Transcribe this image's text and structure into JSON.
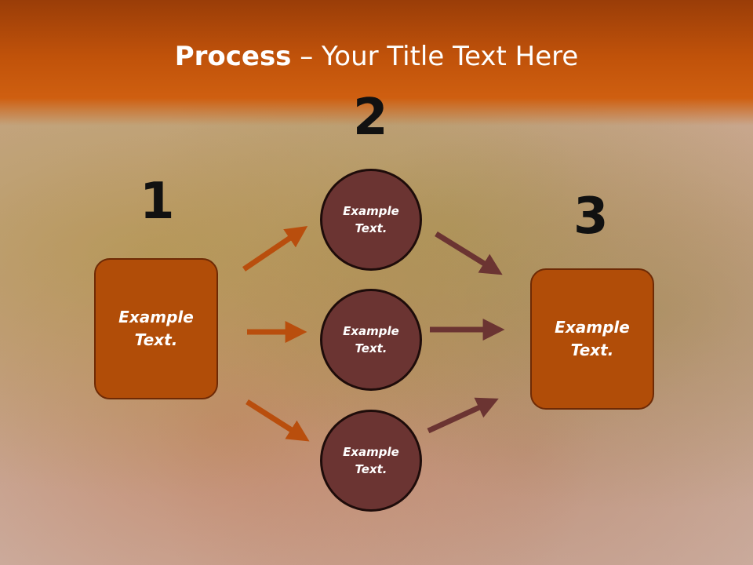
{
  "slide": {
    "title_bold": "Process",
    "title_rest": " – Your Title Text Here"
  },
  "diagram": {
    "step1": {
      "number": "1",
      "line1": "Example",
      "line2": "Text."
    },
    "step2": {
      "number": "2"
    },
    "step3": {
      "number": "3",
      "line1": "Example",
      "line2": "Text."
    },
    "circles": [
      {
        "line1": "Example",
        "line2": "Text."
      },
      {
        "line1": "Example",
        "line2": "Text."
      },
      {
        "line1": "Example",
        "line2": "Text."
      }
    ]
  },
  "colors": {
    "header": "#c0520a",
    "box_fill": "#b14d08",
    "circle_fill": "#6b3432",
    "arrow_orange": "#b94e0d",
    "arrow_brown": "#6b3432"
  }
}
